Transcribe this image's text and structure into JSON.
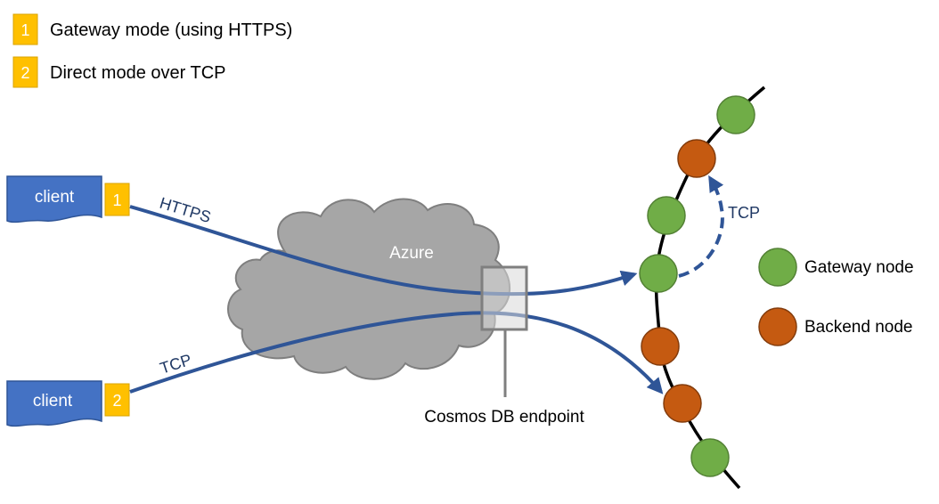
{
  "legend_modes": [
    {
      "number": "1",
      "label": "Gateway mode (using HTTPS)"
    },
    {
      "number": "2",
      "label": "Direct mode over TCP"
    }
  ],
  "clients": [
    {
      "label": "client",
      "badge": "1"
    },
    {
      "label": "client",
      "badge": "2"
    }
  ],
  "cloud": {
    "label": "Azure"
  },
  "endpoint": {
    "label": "Cosmos DB endpoint"
  },
  "connections": {
    "https_label": "HTTPS",
    "tcp_client_label": "TCP",
    "tcp_internal_label": "TCP"
  },
  "node_legend": [
    {
      "label": "Gateway node",
      "kind": "gateway"
    },
    {
      "label": "Backend node",
      "kind": "backend"
    }
  ],
  "colors": {
    "badge_fill": "#FFC000",
    "client_fill": "#4472C4",
    "arrow": "#2F5597",
    "cloud_fill": "#A6A6A6",
    "cloud_stroke": "#7F7F7F",
    "gateway_node": "#70AD47",
    "backend_node": "#C55A11",
    "ring": "#000000"
  }
}
